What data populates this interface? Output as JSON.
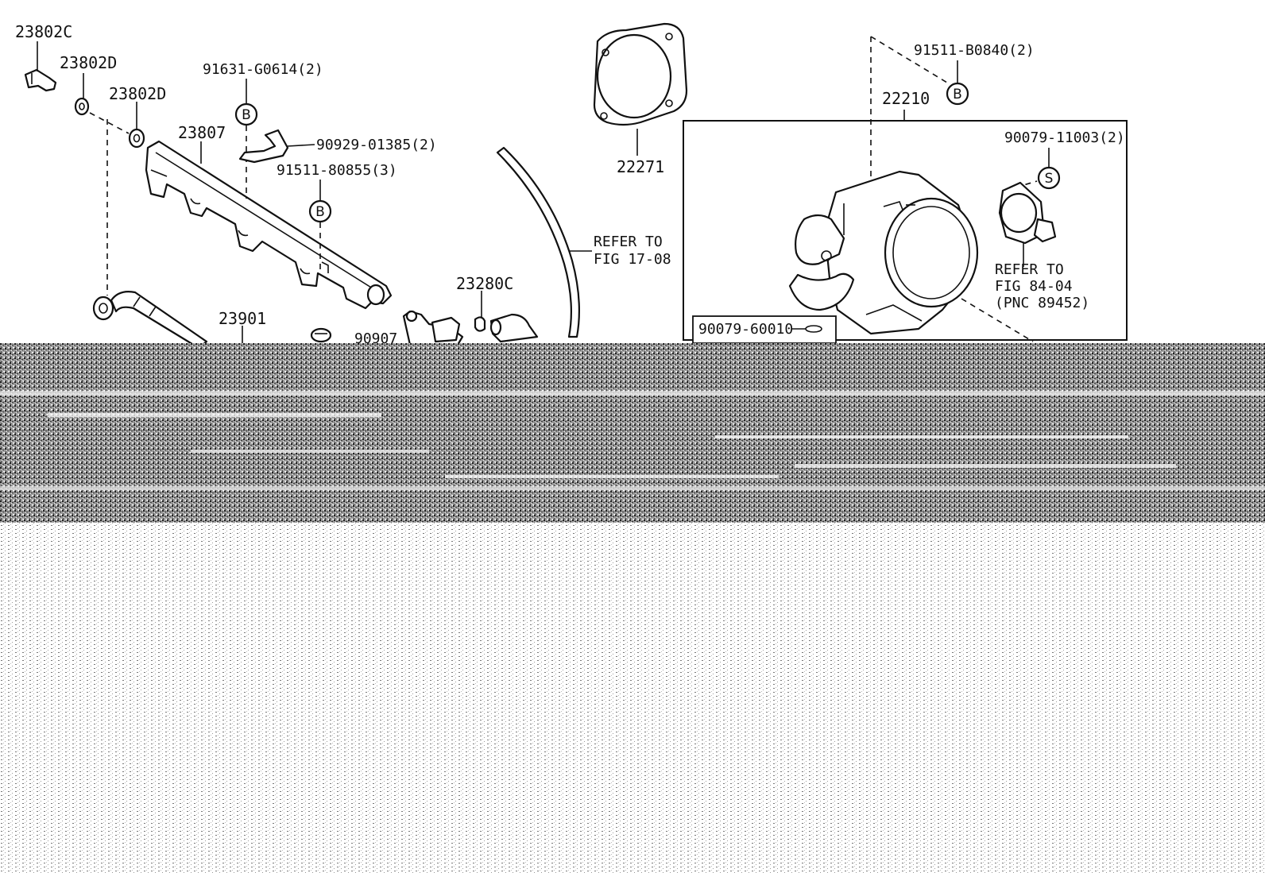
{
  "labels": {
    "p23802c": "23802C",
    "p23802d_a": "23802D",
    "p23802d_b": "23802D",
    "p91631": "91631-G0614(2)",
    "p23807": "23807",
    "p90929": "90929-01385(2)",
    "p91511_80855": "91511-80855(3)",
    "p23901": "23901",
    "p23280c": "23280C",
    "p22271": "22271",
    "refer_17_08_line1": "REFER TO",
    "refer_17_08_line2": "FIG 17-08",
    "p91511_b0840": "91511-B0840(2)",
    "p22210": "22210",
    "p90079_11003": "90079-11003(2)",
    "refer_84_04_line1": "REFER TO",
    "refer_84_04_line2": "FIG 84-04",
    "refer_84_04_line3": "(PNC 89452)",
    "p90079_60010": "90079-60010",
    "partial_label": "90907"
  },
  "markers": {
    "b1": "B",
    "b2": "B",
    "b3": "B",
    "s1": "S"
  },
  "colors": {
    "ink": "#111111",
    "noise_dark": "#8a8a8a",
    "noise_light": "#d8d8d8"
  }
}
